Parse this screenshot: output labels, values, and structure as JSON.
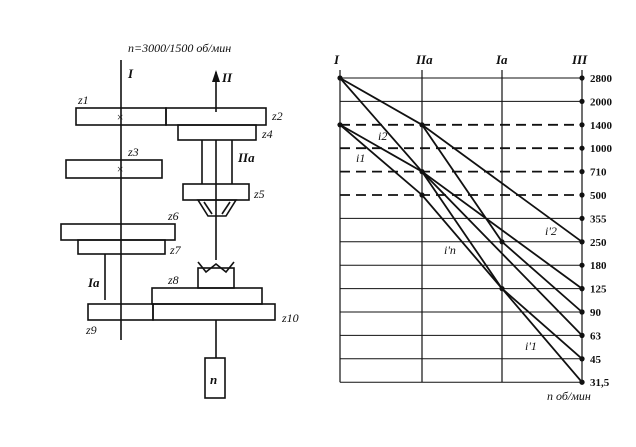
{
  "left_scheme": {
    "speed_note": "n=3000/1500 об/мин",
    "shaft_I": "I",
    "shaft_II": "II",
    "shaft_IIa": "IIa",
    "shaft_Ia": "Ia",
    "gears": [
      "z1",
      "z2",
      "z3",
      "z4",
      "z5",
      "z6",
      "z7",
      "z8",
      "z9",
      "z10"
    ],
    "motor_mark": "n"
  },
  "speed_chart": {
    "shaft_labels": [
      "I",
      "IIa",
      "Ia",
      "III"
    ],
    "speeds": [
      "2800",
      "2000",
      "1400",
      "1000",
      "710",
      "500",
      "355",
      "250",
      "180",
      "125",
      "90",
      "63",
      "45",
      "31,5"
    ],
    "ratio_labels": [
      "i2",
      "i1",
      "i'n",
      "i'2",
      "i'1"
    ],
    "axis_label": "n об/мин"
  }
}
